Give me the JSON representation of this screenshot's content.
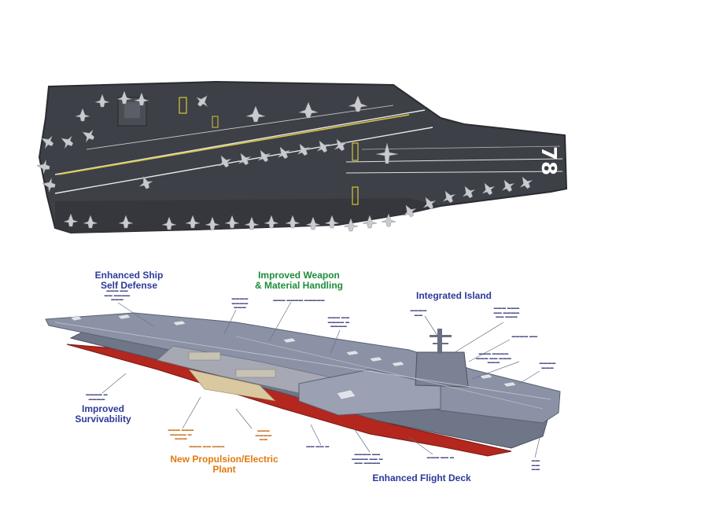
{
  "top_view": {
    "hull_number": "78"
  },
  "labels": {
    "enhanced_ship_self_defense": [
      "Enhanced Ship",
      "Self Defense"
    ],
    "improved_weapon_handling": [
      "Improved Weapon",
      "& Material Handling"
    ],
    "integrated_island": "Integrated Island",
    "improved_survivability": [
      "Improved",
      "Survivability"
    ],
    "new_propulsion": [
      "New Propulsion/Electric",
      "Plant"
    ],
    "enhanced_flight_deck": "Enhanced Flight Deck"
  },
  "colors": {
    "deck": "#3d4046",
    "deck_edge": "#2a2c31",
    "hull_red": "#b3271f",
    "hull_grey": "#6f7688",
    "label_blue": "#2c3a9a",
    "label_green": "#1e8c3a",
    "label_orange": "#e07a10",
    "deck_line_yellow": "#d8c63a"
  }
}
